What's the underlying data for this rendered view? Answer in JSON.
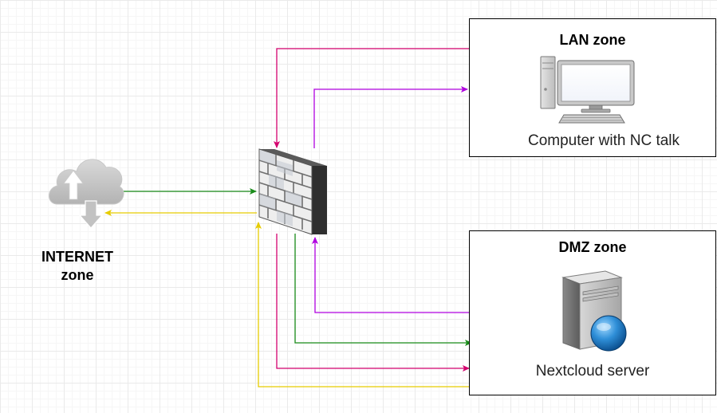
{
  "internet": {
    "title_line1": "INTERNET",
    "title_line2": "zone",
    "icon": "cloud-upload-download-icon"
  },
  "firewall": {
    "icon": "firewall-brick-wall-icon"
  },
  "lan_zone": {
    "title": "LAN zone",
    "device_caption": "Computer with NC talk",
    "icon": "desktop-computer-icon"
  },
  "dmz_zone": {
    "title": "DMZ zone",
    "device_caption": "Nextcloud server",
    "icon": "server-globe-icon"
  },
  "connection_colors": {
    "internet_to_firewall": "#1a8c1a",
    "firewall_to_internet": "#e6cc00",
    "lan_to_firewall": "#d4006e",
    "firewall_to_lan": "#b000e0",
    "dmz_to_firewall": "#b000e0",
    "firewall_to_dmz_green": "#1a8c1a",
    "firewall_to_dmz_pink": "#d4006e",
    "dmz_to_internet_yellow": "#e6cc00"
  }
}
